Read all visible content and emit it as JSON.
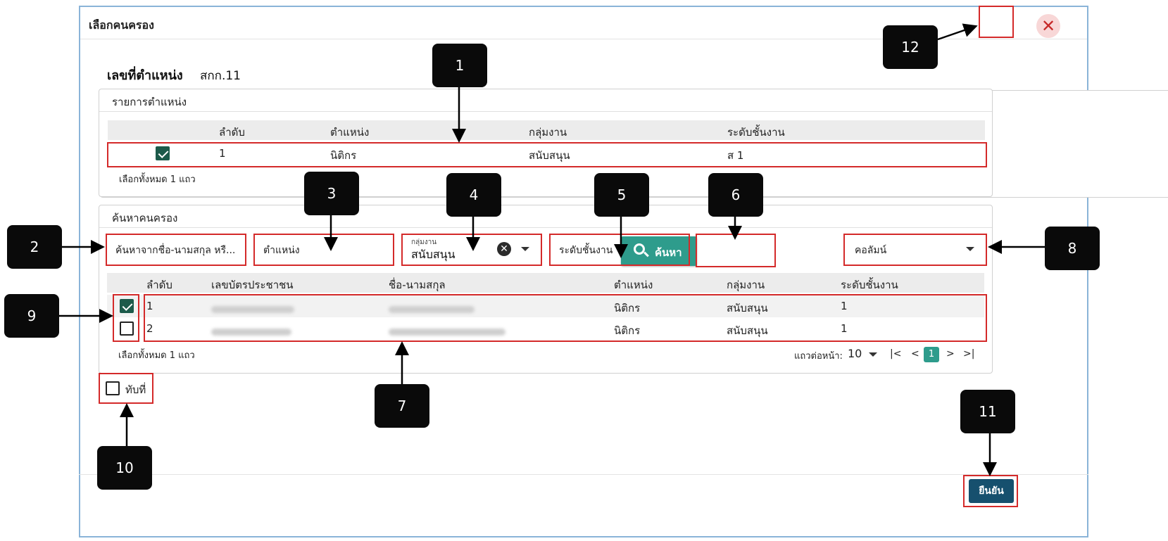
{
  "dialog": {
    "title": "เลือกคนครอง",
    "close_glyph": "✕",
    "position_label": "เลขที่ตำแหน่ง",
    "position_value": "สกก.11",
    "confirm_label": "ยืนยัน"
  },
  "position_list": {
    "title": "รายการตำแหน่ง",
    "columns": [
      "ลำดับ",
      "ตำแหน่ง",
      "กลุ่มงาน",
      "ระดับชั้นงาน"
    ],
    "row": {
      "checked": true,
      "order": "1",
      "position": "นิติกร",
      "group": "สนับสนุน",
      "level": "ส 1"
    },
    "selected_count": "เลือกทั้งหมด 1 แถว"
  },
  "search": {
    "title": "ค้นหาคนครอง",
    "name_placeholder": "ค้นหาจากชื่อ-นามสกุล หรื...",
    "position_placeholder": "ตำแหน่ง",
    "group_label": "กลุ่มงาน",
    "group_value": "สนับสนุน",
    "level_placeholder": "ระดับชั้นงาน",
    "search_button": "ค้นหา",
    "column_select": "คอลัมน์"
  },
  "results": {
    "columns": [
      "ลำดับ",
      "เลขบัตรประชาชน",
      "ชื่อ-นามสกุล",
      "ตำแหน่ง",
      "กลุ่มงาน",
      "ระดับชั้นงาน"
    ],
    "rows": [
      {
        "checked": true,
        "order": "1",
        "position": "นิติกร",
        "group": "สนับสนุน",
        "level": "1"
      },
      {
        "checked": false,
        "order": "2",
        "position": "นิติกร",
        "group": "สนับสนุน",
        "level": "1"
      }
    ],
    "selected_count": "เลือกทั้งหมด 1 แถว",
    "rows_per_page_label": "แถวต่อหน้า:",
    "rows_per_page": "10",
    "current_page": "1",
    "pager_first": "|<",
    "pager_prev": "<",
    "pager_next": ">",
    "pager_last": ">|"
  },
  "tab_checkbox": {
    "label": "ทับที่",
    "checked": false
  },
  "callouts": [
    "1",
    "2",
    "3",
    "4",
    "5",
    "6",
    "7",
    "8",
    "9",
    "10",
    "11",
    "12"
  ],
  "colors": {
    "highlight": "#d42a2a",
    "teal": "#2e9c8c",
    "confirm": "#16506e",
    "badge": "#0a0a0a"
  }
}
